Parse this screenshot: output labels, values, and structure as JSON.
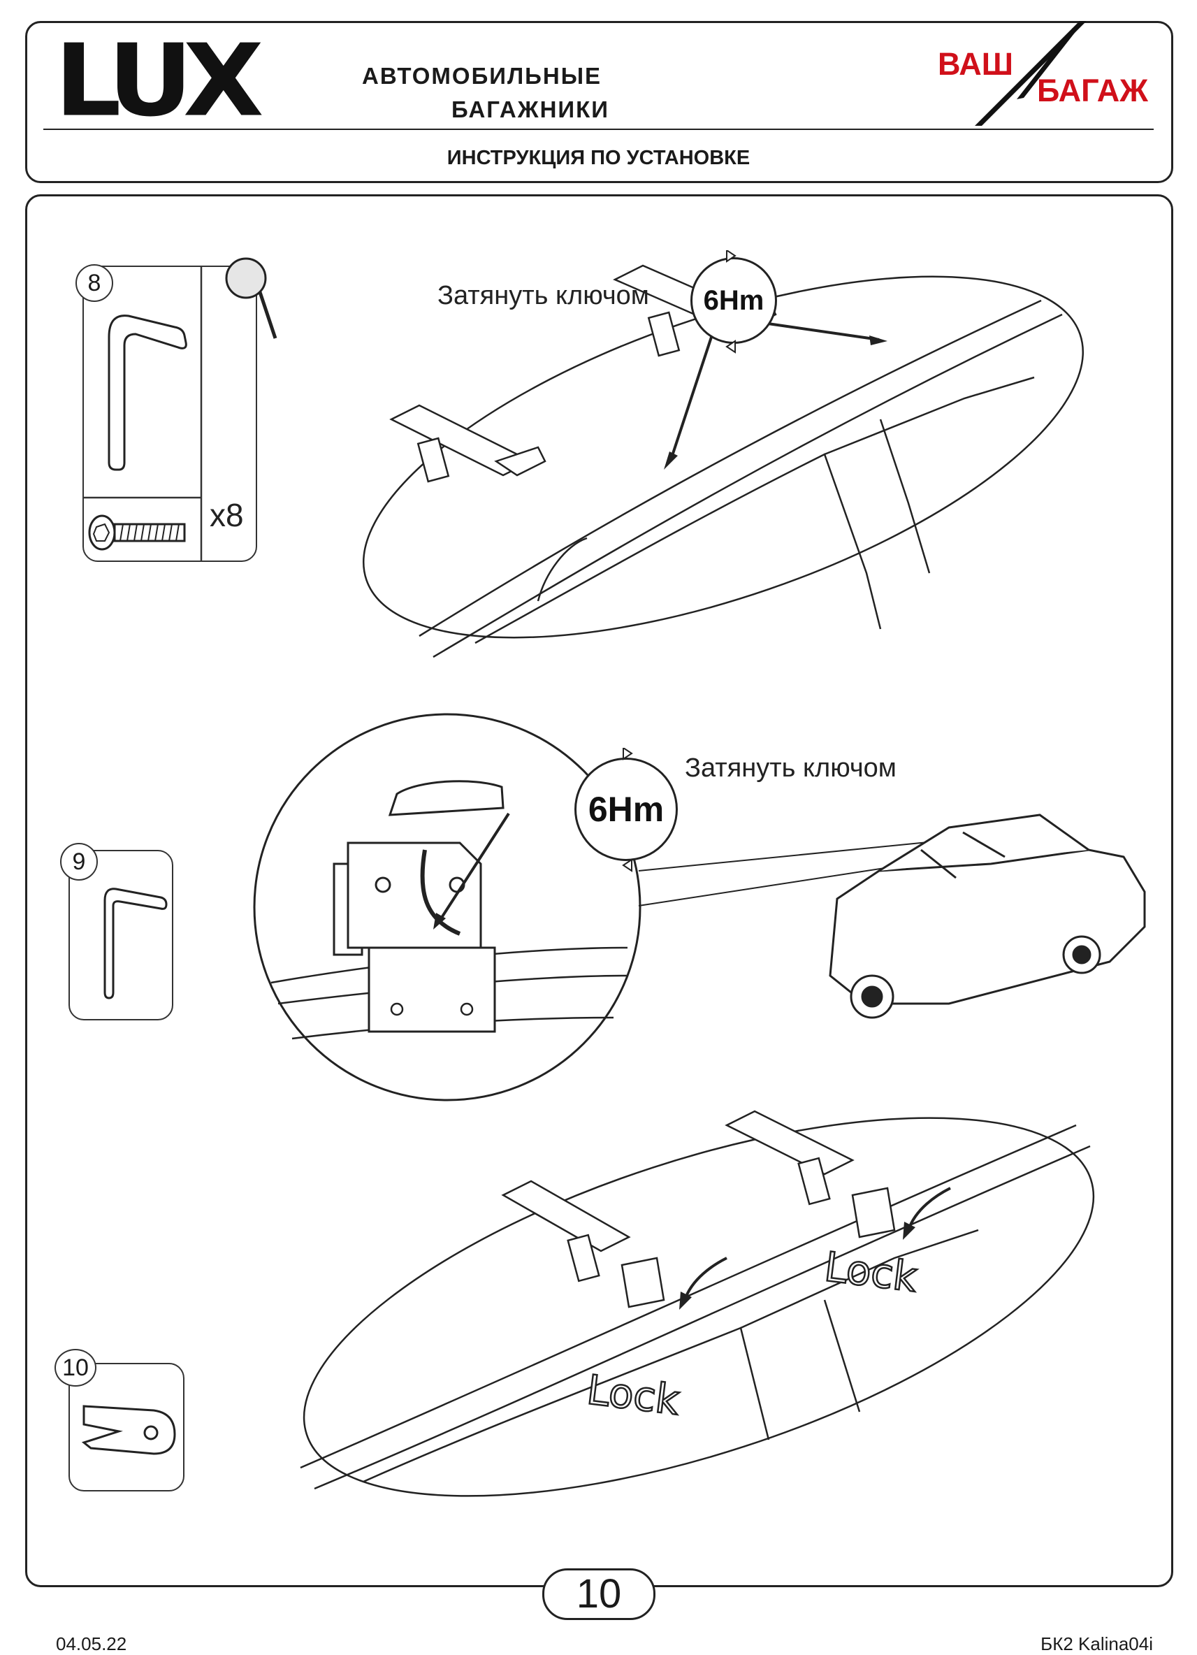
{
  "header": {
    "logo_text": "LUX",
    "subtitle_line1": "АВТОМОБИЛЬНЫЕ",
    "subtitle_line2": "БАГАЖНИКИ",
    "brand_line1": "ВАШ",
    "brand_line2": "БАГАЖ",
    "title": "ИНСТРУКЦИЯ ПО УСТАНОВКЕ"
  },
  "parts": [
    {
      "number": "8",
      "quantity": "x8"
    },
    {
      "number": "9"
    },
    {
      "number": "10"
    }
  ],
  "steps": {
    "step1": {
      "instruction": "Затянуть ключом",
      "torque": "6Hm"
    },
    "step2": {
      "instruction": "Затянуть ключом",
      "torque": "6Hm"
    },
    "step3": {
      "lock_label_1": "Lock",
      "lock_label_2": "Lock"
    }
  },
  "footer": {
    "date": "04.05.22",
    "page_number": "10",
    "doc_code": "БК2 Kalina04i"
  },
  "colors": {
    "brand_red": "#d0101a",
    "line": "#222222"
  }
}
